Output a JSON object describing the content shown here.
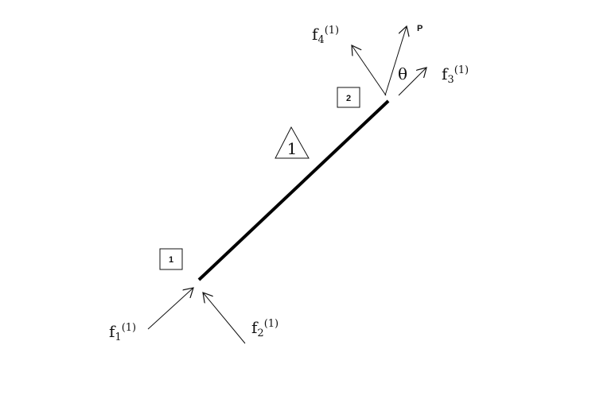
{
  "element": {
    "number": "1"
  },
  "nodes": [
    {
      "number": "1"
    },
    {
      "number": "2"
    }
  ],
  "forces": {
    "f1": {
      "base": "f",
      "sub": "1",
      "sup": "(1)"
    },
    "f2": {
      "base": "f",
      "sub": "2",
      "sup": "(1)"
    },
    "f3": {
      "base": "f",
      "sub": "3",
      "sup": "(1)"
    },
    "f4": {
      "base": "f",
      "sub": "4",
      "sup": "(1)"
    }
  },
  "load": {
    "label": "P"
  },
  "angle": {
    "label": "θ"
  },
  "colors": {
    "line": "#000000",
    "background": "#ffffff"
  }
}
